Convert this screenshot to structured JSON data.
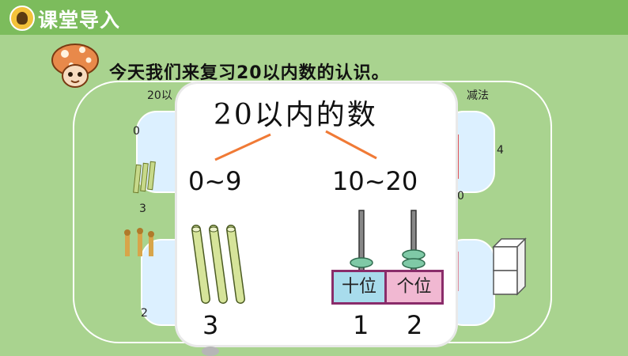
{
  "header": {
    "title": "课堂导入"
  },
  "prompt": "今天我们来复习20以内数的认识。",
  "background_slide": {
    "left_label": "20以",
    "right_label": "减法",
    "numbers": [
      "0",
      "4",
      "3",
      "0",
      "2"
    ]
  },
  "card": {
    "title": "20以内的数",
    "range_low": "0~9",
    "range_high": "10~20",
    "sticks_count": "3",
    "tens_label": "十位",
    "ones_label": "个位",
    "tens_digit": "1",
    "ones_digit": "2"
  },
  "colors": {
    "background": "#a9d38f",
    "topbar": "#7cbc5c",
    "branch_line": "#f07a36",
    "tens_fill": "#a8dcec",
    "ones_fill": "#f1b8d2",
    "place_border": "#8a2c6a",
    "bead": "#7fc9a6"
  }
}
